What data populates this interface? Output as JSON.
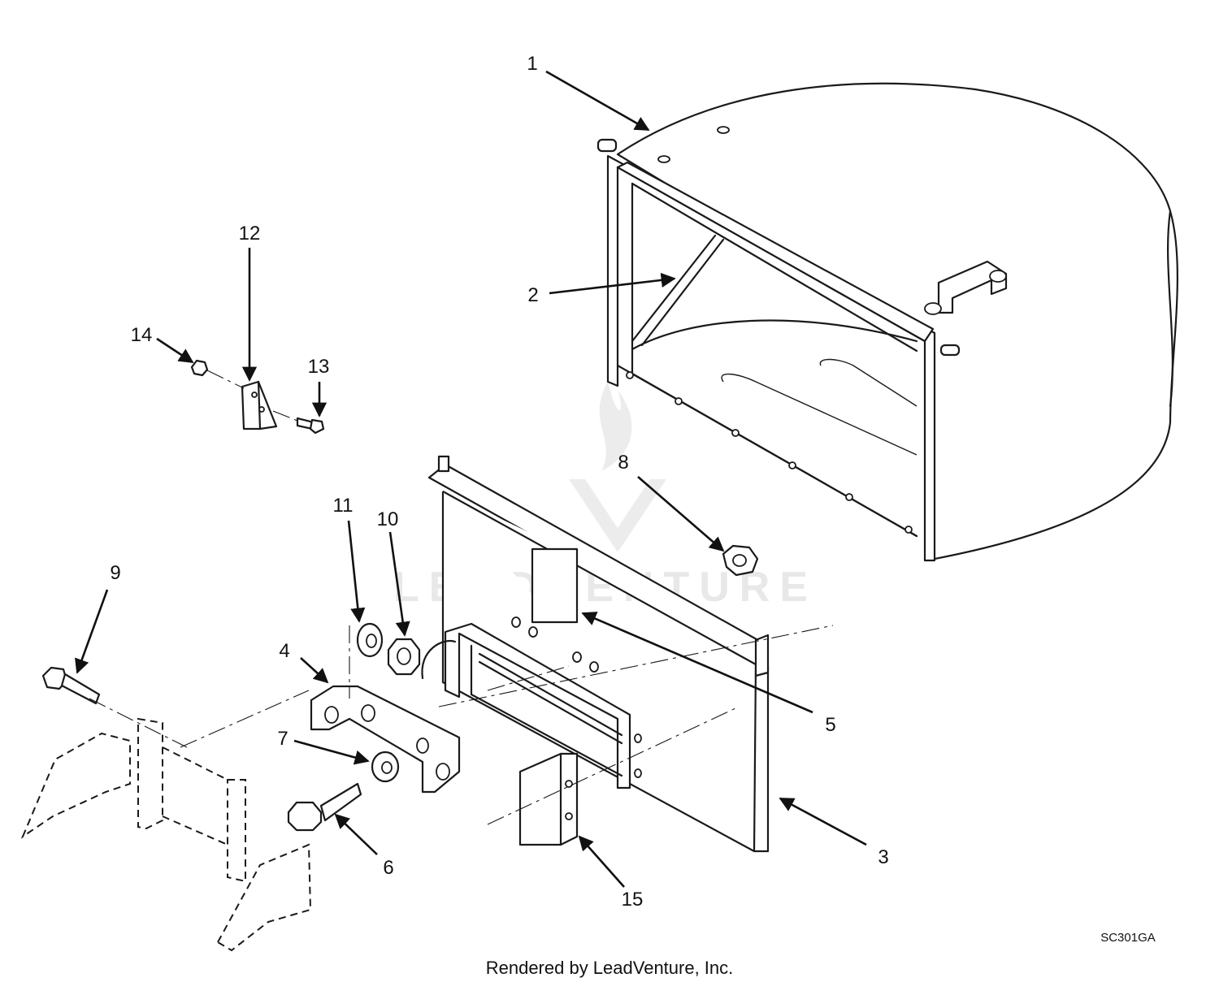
{
  "diagram": {
    "callouts": [
      {
        "id": "1",
        "label": "1"
      },
      {
        "id": "2",
        "label": "2"
      },
      {
        "id": "3",
        "label": "3"
      },
      {
        "id": "4",
        "label": "4"
      },
      {
        "id": "5",
        "label": "5"
      },
      {
        "id": "6",
        "label": "6"
      },
      {
        "id": "7",
        "label": "7"
      },
      {
        "id": "8",
        "label": "8"
      },
      {
        "id": "9",
        "label": "9"
      },
      {
        "id": "10",
        "label": "10"
      },
      {
        "id": "11",
        "label": "11"
      },
      {
        "id": "12",
        "label": "12"
      },
      {
        "id": "13",
        "label": "13"
      },
      {
        "id": "14",
        "label": "14"
      },
      {
        "id": "15",
        "label": "15"
      }
    ],
    "drawing_code": "SC301GA",
    "credit": "Rendered by LeadVenture, Inc.",
    "watermark": "LEADVENTURE"
  }
}
